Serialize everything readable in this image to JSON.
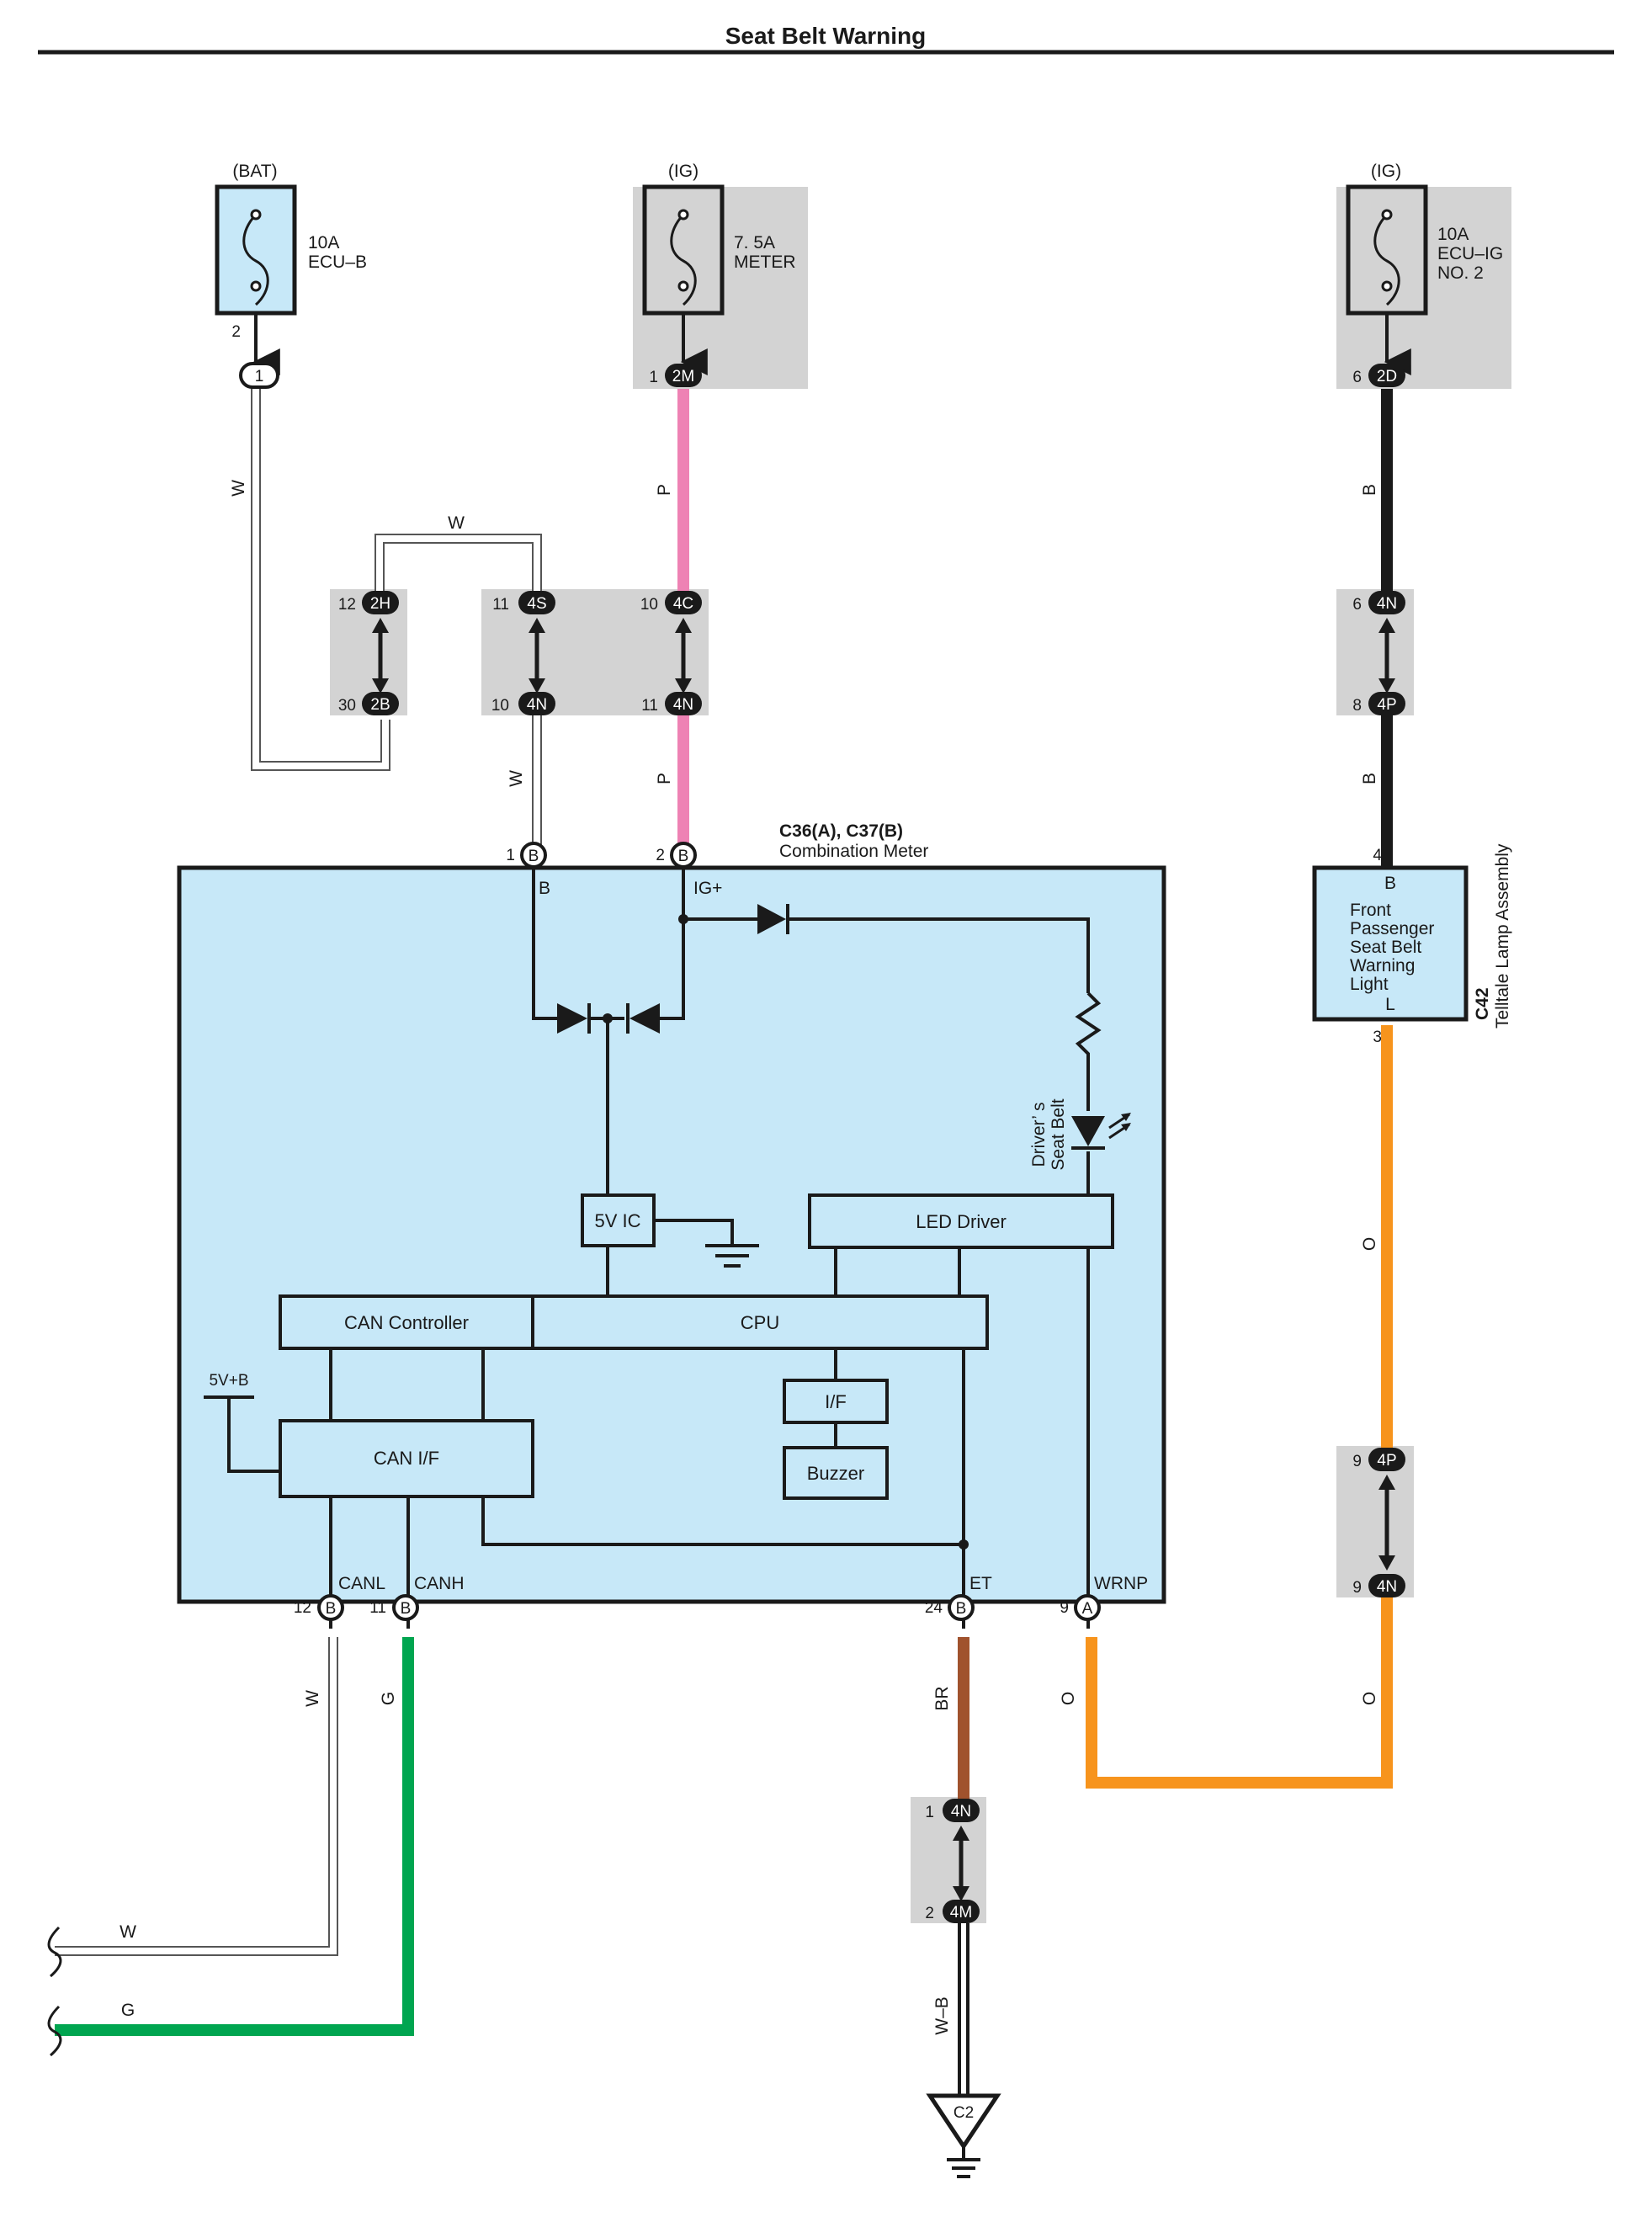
{
  "title": "Seat Belt Warning",
  "colors": {
    "W": "#ffffff",
    "P": "#ee82b4",
    "B": "#1a1a1a",
    "G": "#00a550",
    "BR": "#a0522d",
    "O": "#f7941d",
    "module_fill": "#c7e8f8",
    "junction_fill": "#d3d3d3"
  },
  "fuses": {
    "bat": {
      "source": "(BAT)",
      "amp": "10A",
      "name": "ECU–B"
    },
    "ig_meter": {
      "source": "(IG)",
      "amp": "7. 5A",
      "name": "METER"
    },
    "ig_ecu": {
      "source": "(IG)",
      "amp": "10A",
      "name1": "ECU–IG",
      "name2": "NO. 2"
    }
  },
  "pins": {
    "bat_fuse": "2",
    "c1": "1",
    "c2m_pin": "1",
    "c2m": "2M",
    "c2d_pin": "6",
    "c2d": "2D",
    "c2h_pin": "12",
    "c2h": "2H",
    "c2b_pin": "30",
    "c2b": "2B",
    "c4s_pin": "11",
    "c4s": "4S",
    "c4n_a_pin": "10",
    "c4n_a": "4N",
    "c4c_pin": "10",
    "c4c": "4C",
    "c4n_b_pin": "11",
    "c4n_b": "4N",
    "c4n_c_pin": "6",
    "c4n_c": "4N",
    "c4p_a_pin": "8",
    "c4p_a": "4P",
    "meter_b_pin": "1",
    "meter_b": "B",
    "meter_ig_pin": "2",
    "meter_ig": "B",
    "lamp_b_pin": "4",
    "lamp_l_pin": "3",
    "c4p_b_pin": "9",
    "c4p_b": "4P",
    "c4n_d_pin": "9",
    "c4n_d": "4N",
    "canl_pin": "12",
    "canl_conn": "B",
    "canh_pin": "11",
    "canh_conn": "B",
    "et_pin": "24",
    "et_conn": "B",
    "wrnp_pin": "9",
    "wrnp_conn": "A",
    "c4n_e_pin": "1",
    "c4n_e": "4N",
    "c4m_pin": "2",
    "c4m": "4M",
    "ground": "C2"
  },
  "wires": {
    "w": "W",
    "p": "P",
    "b": "B",
    "g": "G",
    "br": "BR",
    "o": "O",
    "wb": "W–B"
  },
  "meter": {
    "connectors": "C36(A), C37(B)",
    "name": "Combination Meter",
    "terminal_b": "B",
    "terminal_ig": "IG+",
    "canl": "CANL",
    "canh": "CANH",
    "et": "ET",
    "wrnp": "WRNP",
    "ic5v": "5V IC",
    "led_driver": "LED Driver",
    "can_controller": "CAN Controller",
    "cpu": "CPU",
    "can_if": "CAN I/F",
    "if": "I/F",
    "buzzer": "Buzzer",
    "supply": "5V+B",
    "indicator_line1": "Driver’ s",
    "indicator_line2": "Seat Belt"
  },
  "lamp": {
    "terminal_b": "B",
    "terminal_l": "L",
    "line1": "Front",
    "line2": "Passenger",
    "line3": "Seat Belt",
    "line4": "Warning",
    "line5": "Light",
    "connector": "C42",
    "name": "Telltale Lamp Assembly"
  }
}
